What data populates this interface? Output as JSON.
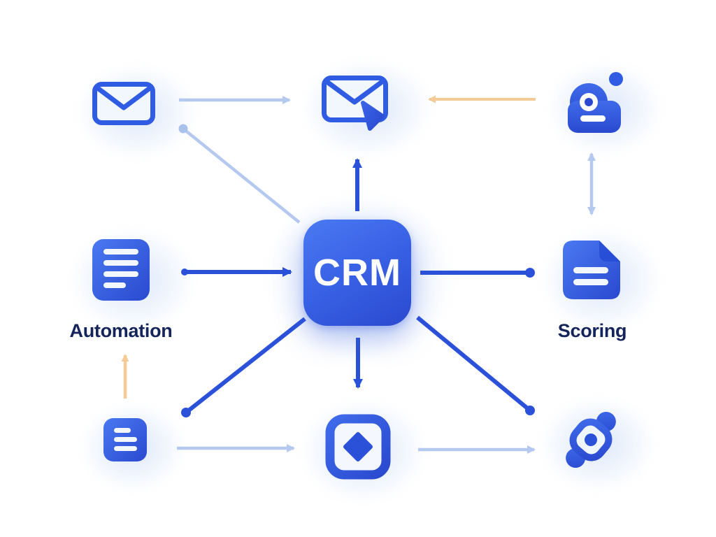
{
  "diagram": {
    "type": "hub-and-spoke",
    "center": {
      "id": "crm-hub",
      "label": "CRM"
    },
    "nodes": [
      {
        "id": "email-outline",
        "icon": "envelope-icon",
        "position": "top-left",
        "label": ""
      },
      {
        "id": "email-tagged",
        "icon": "envelope-tag-icon",
        "position": "top-center",
        "label": ""
      },
      {
        "id": "assistant-bot",
        "icon": "bot-camera-icon",
        "position": "top-right",
        "label": ""
      },
      {
        "id": "automation",
        "icon": "document-lines-icon",
        "position": "middle-left",
        "label": "Automation"
      },
      {
        "id": "scoring",
        "icon": "document-corner-icon",
        "position": "middle-right",
        "label": "Scoring"
      },
      {
        "id": "notes",
        "icon": "notes-lines-icon",
        "position": "bottom-left",
        "label": ""
      },
      {
        "id": "task-select",
        "icon": "checkbox-diamond-icon",
        "position": "bottom-center",
        "label": ""
      },
      {
        "id": "tracking-eye",
        "icon": "eye-icon",
        "position": "bottom-right",
        "label": ""
      }
    ],
    "connections": [
      {
        "from": "email-outline",
        "to": "email-tagged",
        "style": "pale-blue",
        "end": "arrowhead"
      },
      {
        "from": "email-outline",
        "to": "crm-hub",
        "style": "pale-blue",
        "start": "dot"
      },
      {
        "from": "crm-hub",
        "to": "email-tagged",
        "style": "dark-blue",
        "end": "arrowhead"
      },
      {
        "from": "assistant-bot",
        "to": "email-tagged",
        "style": "pale-orange",
        "end": "arrowhead"
      },
      {
        "from": "assistant-bot",
        "to": "scoring",
        "style": "pale-blue",
        "start": "arrowhead",
        "end": "arrowhead"
      },
      {
        "from": "automation",
        "to": "crm-hub",
        "style": "dark-blue",
        "start": "dot",
        "end": "arrowhead"
      },
      {
        "from": "crm-hub",
        "to": "scoring",
        "style": "dark-blue",
        "end": "dot"
      },
      {
        "from": "crm-hub",
        "to": "notes",
        "style": "dark-blue",
        "end": "dot"
      },
      {
        "from": "crm-hub",
        "to": "task-select",
        "style": "dark-blue",
        "end": "arrowhead"
      },
      {
        "from": "crm-hub",
        "to": "tracking-eye",
        "style": "dark-blue",
        "end": "dot"
      },
      {
        "from": "notes",
        "to": "automation",
        "style": "pale-orange",
        "end": "arrowhead"
      },
      {
        "from": "notes",
        "to": "task-select",
        "style": "pale-blue",
        "end": "arrowhead"
      },
      {
        "from": "task-select",
        "to": "tracking-eye",
        "style": "pale-blue",
        "end": "arrowhead"
      }
    ],
    "colors": {
      "primary_blue": "#2b51d8",
      "icon_gradient_start": "#4a79f2",
      "icon_gradient_end": "#2a49cf",
      "pale_blue_arrow": "#b5c9f0",
      "pale_orange_arrow": "#f4cb97",
      "label_navy": "#16245c",
      "background": "#ffffff"
    }
  }
}
